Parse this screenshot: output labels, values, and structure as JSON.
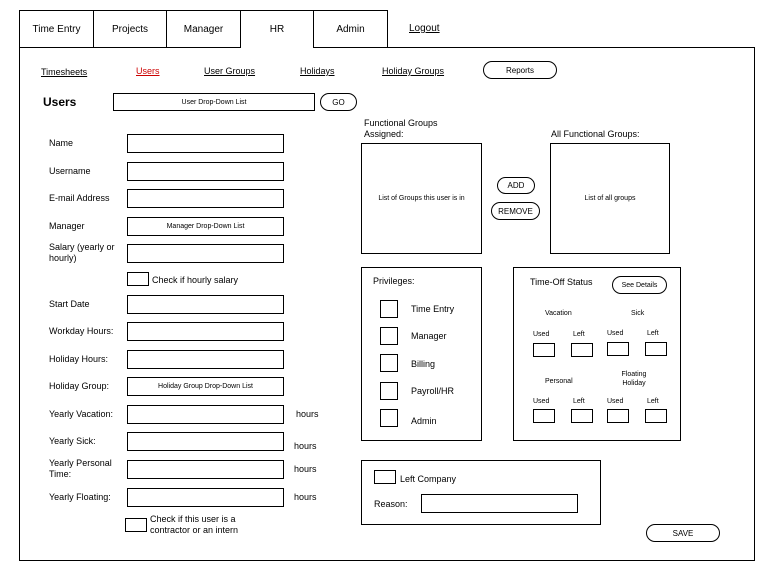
{
  "tabs": [
    "Time Entry",
    "Projects",
    "Manager",
    "HR",
    "Admin",
    "Logout"
  ],
  "subnav": [
    "Timesheets",
    "Users",
    "User Groups",
    "Holidays",
    "Holiday Groups"
  ],
  "reports_label": "Reports",
  "users": {
    "title": "Users",
    "dropdown": "User Drop-Down List",
    "go_label": "GO"
  },
  "form": {
    "name": "Name",
    "username": "Username",
    "email": "E-mail Address",
    "manager": "Manager",
    "manager_dropdown": "Manager Drop-Down List",
    "salary": "Salary (yearly or hourly)",
    "hourly_check": "Check if hourly salary",
    "start_date": "Start Date",
    "workday_hours": "Workday Hours:",
    "holiday_hours": "Holiday Hours:",
    "holiday_group": "Holiday Group:",
    "holiday_group_dropdown": "Holiday Group Drop-Down List",
    "yearly_vacation": "Yearly Vacation:",
    "yearly_sick": "Yearly Sick:",
    "yearly_personal": "Yearly Personal Time:",
    "yearly_floating": "Yearly Floating:",
    "hours": "hours",
    "contractor_check": "Check if this user is a contractor or an intern"
  },
  "groups": {
    "assigned_label": "Functional Groups Assigned:",
    "assigned_list": "List of Groups this user is in",
    "all_label": "All Functional Groups:",
    "all_list": "List of all groups",
    "add_label": "ADD",
    "remove_label": "REMOVE"
  },
  "privileges": {
    "title": "Privileges:",
    "items": [
      "Time Entry",
      "Manager",
      "Billing",
      "Payroll/HR",
      "Admin"
    ]
  },
  "timeoff": {
    "title": "Time-Off Status",
    "details_label": "See Details",
    "vacation": "Vacation",
    "sick": "Sick",
    "personal": "Personal",
    "floating": "Floating Holiday",
    "used": "Used",
    "left": "Left"
  },
  "left_company": {
    "label": "Left Company",
    "reason": "Reason:"
  },
  "save_label": "SAVE"
}
